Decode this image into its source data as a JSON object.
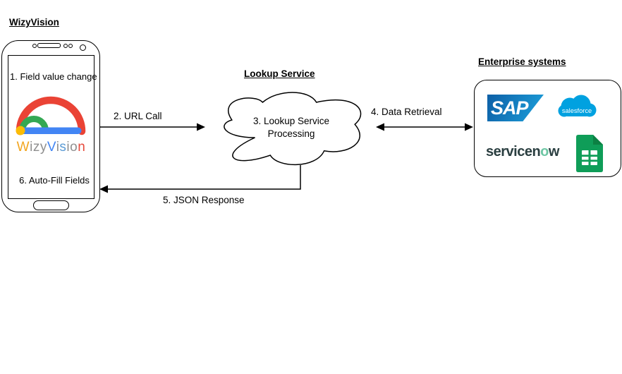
{
  "titles": {
    "wizyvision": "WizyVision",
    "lookup_service": "Lookup Service",
    "enterprise_systems": "Enterprise systems"
  },
  "phone": {
    "step1_label": "1. Field value change",
    "step6_label": "6. Auto-Fill Fields",
    "wordmark": [
      {
        "ch": "W",
        "color": "#f2a51f"
      },
      {
        "ch": "i",
        "color": "#8f8f8f"
      },
      {
        "ch": "z",
        "color": "#8f8f8f"
      },
      {
        "ch": "y",
        "color": "#8f8f8f"
      },
      {
        "ch": "V",
        "color": "#4285F4"
      },
      {
        "ch": "i",
        "color": "#8f8f8f"
      },
      {
        "ch": "s",
        "color": "#5b9bd5"
      },
      {
        "ch": "i",
        "color": "#8f8f8f"
      },
      {
        "ch": "o",
        "color": "#8f8f8f"
      },
      {
        "ch": "n",
        "color": "#e64a3b"
      }
    ],
    "logo_colors": {
      "arc_red": "#EA4335",
      "arc_green": "#34A853",
      "bar_blue": "#4285F4",
      "dot_yellow": "#FBBC05"
    }
  },
  "cloud": {
    "label_line1": "3. Lookup Service",
    "label_line2": "Processing"
  },
  "arrows": {
    "url_call": "2. URL Call",
    "data_retrieval": "4. Data Retrieval",
    "json_response": "5. JSON Response"
  },
  "enterprise": {
    "sap_label": "SAP",
    "salesforce_label": "salesforce",
    "servicenow_prefix": "servicen",
    "servicenow_o": "o",
    "servicenow_suffix": "w",
    "brand_colors": {
      "sap_blue_dark": "#0d5fa6",
      "sap_blue_light": "#1b9bd7",
      "salesforce_blue": "#00A1E0",
      "servicenow_dark": "#2a3e40",
      "servicenow_green": "#6ec6a4",
      "sheets_green": "#0F9D58",
      "sheets_fold_green": "#0c8043"
    }
  }
}
